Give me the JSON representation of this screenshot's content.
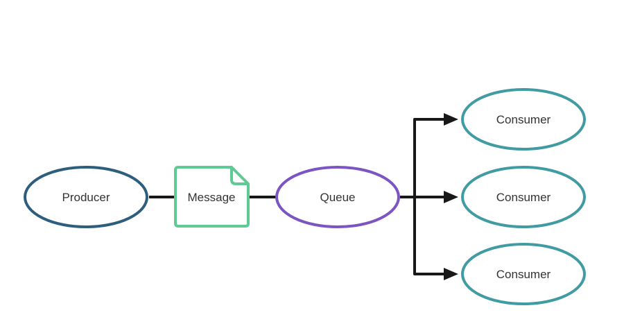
{
  "diagram": {
    "nodes": {
      "producer": {
        "label": "Producer",
        "shape": "ellipse"
      },
      "message": {
        "label": "Message",
        "shape": "note"
      },
      "queue": {
        "label": "Queue",
        "shape": "ellipse"
      },
      "consumers": [
        {
          "label": "Consumer",
          "shape": "ellipse"
        },
        {
          "label": "Consumer",
          "shape": "ellipse"
        },
        {
          "label": "Consumer",
          "shape": "ellipse"
        }
      ]
    },
    "edges": [
      {
        "from": "producer",
        "to": "message",
        "arrow": "none"
      },
      {
        "from": "message",
        "to": "queue",
        "arrow": "none"
      },
      {
        "from": "queue",
        "to": "consumer-1",
        "arrow": "triangle"
      },
      {
        "from": "queue",
        "to": "consumer-2",
        "arrow": "triangle"
      },
      {
        "from": "queue",
        "to": "consumer-3",
        "arrow": "triangle"
      }
    ],
    "colors": {
      "producer_border": "#2e5e7e",
      "message_border": "#5ecb95",
      "queue_border": "#7d55c3",
      "consumer_border": "#419ba2",
      "connector": "#181818",
      "text": "#333333",
      "background": "#ffffff"
    }
  }
}
